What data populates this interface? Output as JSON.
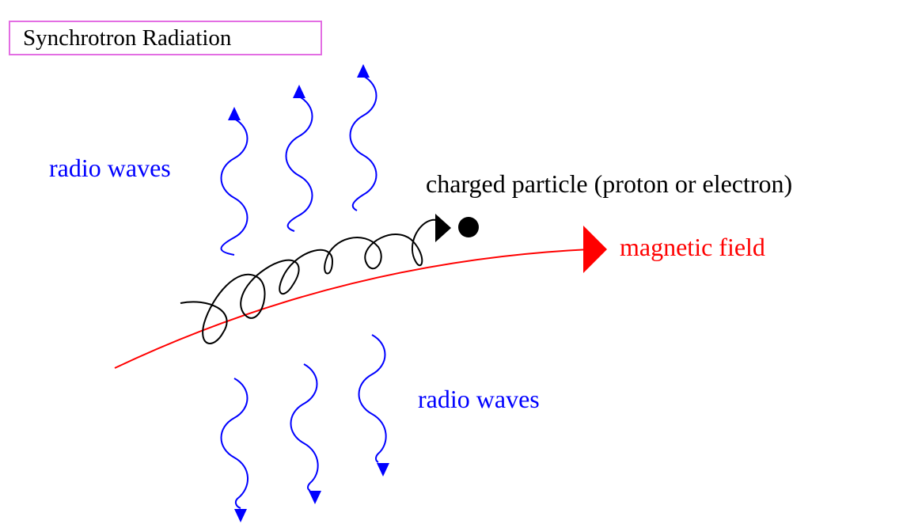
{
  "title": "Synchrotron Radiation",
  "labels": {
    "radio_waves_top": "radio waves",
    "radio_waves_bottom": "radio waves",
    "charged_particle": "charged particle (proton or electron)",
    "magnetic_field": "magnetic field"
  },
  "colors": {
    "radio_waves": "#0000ff",
    "magnetic_field": "#ff0000",
    "particle": "#000000",
    "title_border": "#e36ee3"
  }
}
